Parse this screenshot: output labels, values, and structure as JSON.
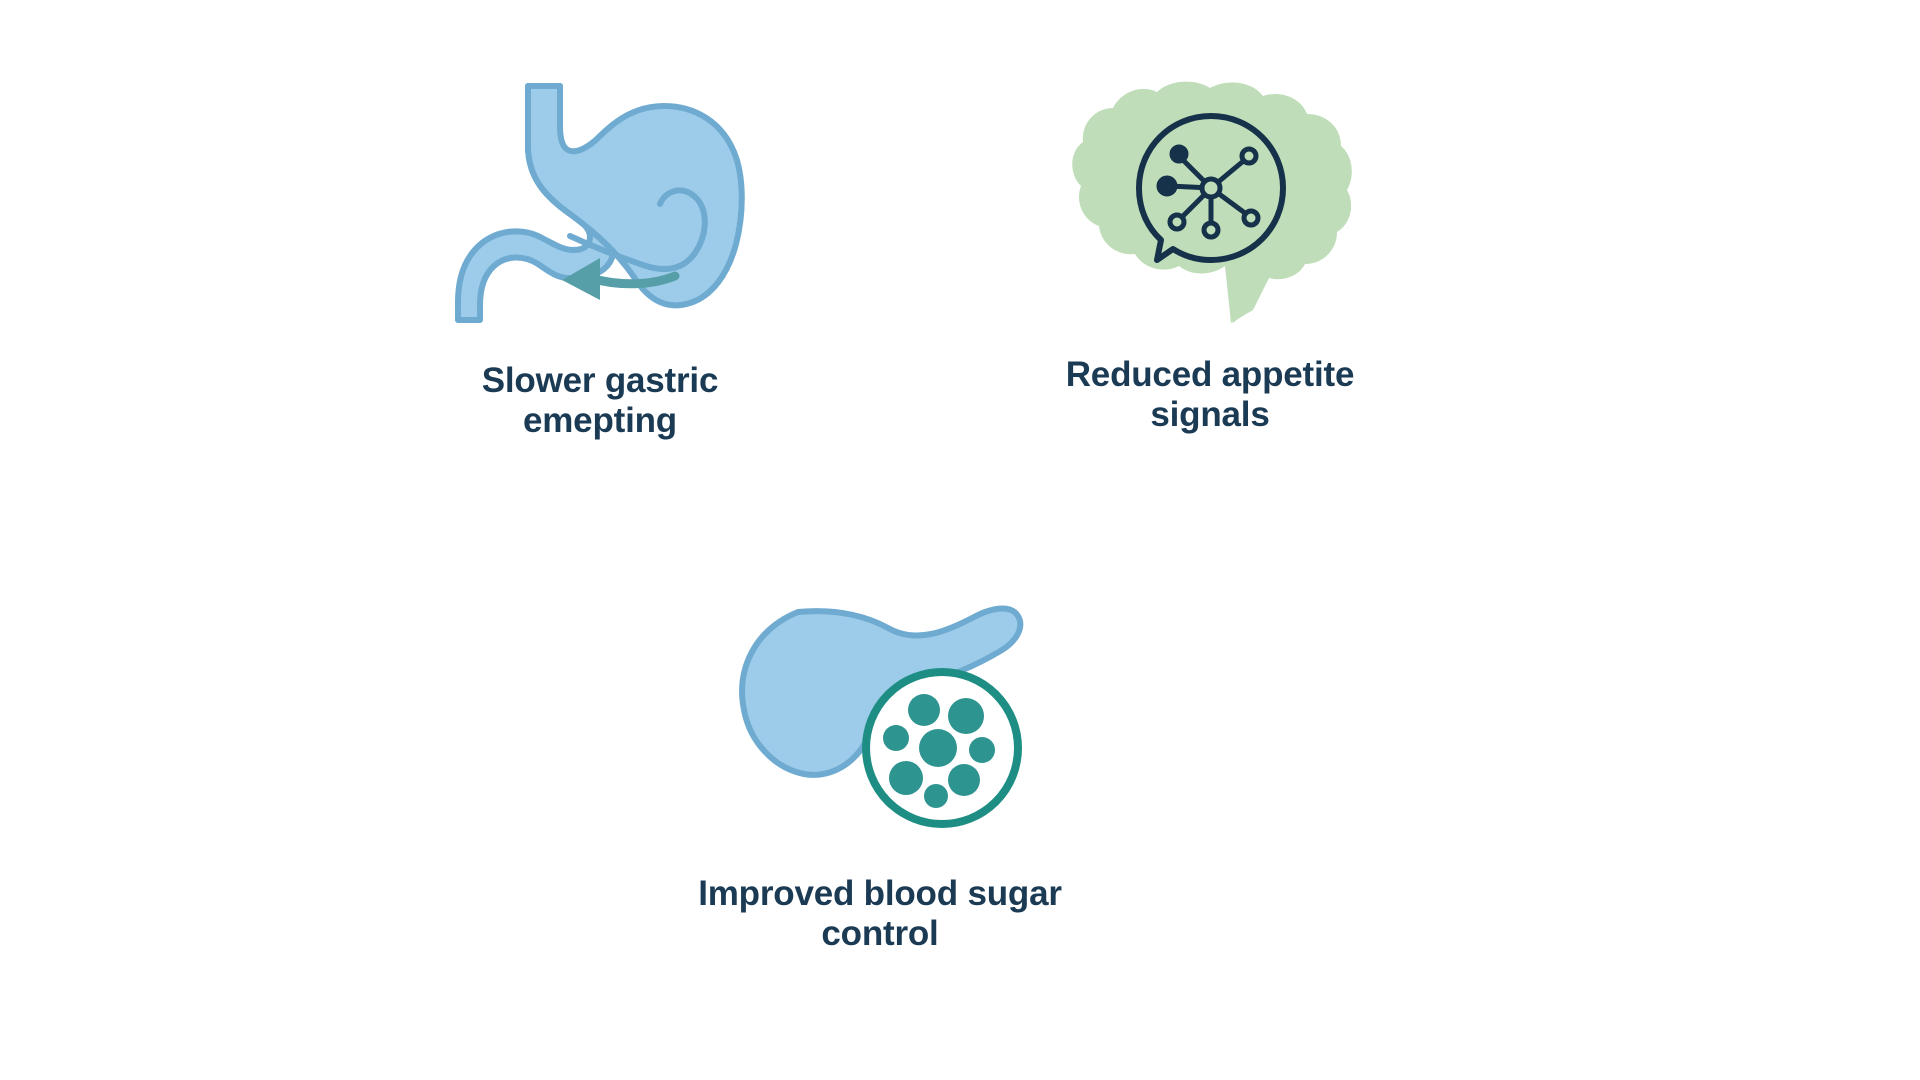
{
  "page": {
    "background_color": "#ffffff",
    "title": "GLP-1 mechanism benefits"
  },
  "theme": {
    "text_color": "#1B3A54",
    "organ_fill": "#9DCCEA",
    "organ_stroke": "#6FAAD0",
    "arrow_color": "#579FA8",
    "brain_fill": "#BFDDB8",
    "bubble_stroke": "#16314A",
    "islet_teal": "#2E9490",
    "islet_ring": "#1E8E84"
  },
  "cards": [
    {
      "id": "gastric",
      "icon": "stomach-icon",
      "label": "Slower gastric\nemepting"
    },
    {
      "id": "appetite",
      "icon": "brain-signal-icon",
      "label": "Reduced appetite\nsignals"
    },
    {
      "id": "bloodsugar",
      "icon": "pancreas-islet-icon",
      "label": "Improved blood sugar\ncontrol"
    }
  ]
}
